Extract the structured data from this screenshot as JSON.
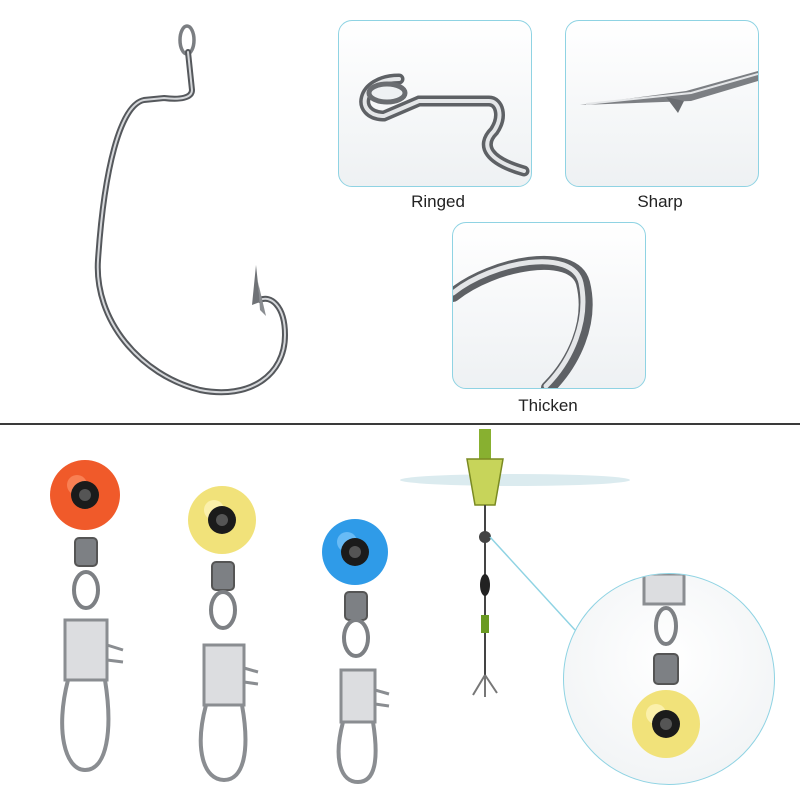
{
  "features": {
    "ringed_label": "Ringed",
    "sharp_label": "Sharp",
    "thicken_label": "Thicken"
  },
  "swivels": [
    {
      "bead_color": "#f05a2a",
      "bead": "orange-bead"
    },
    {
      "bead_color": "#f1e27a",
      "bead": "yellow-bead"
    },
    {
      "bead_color": "#2f9be8",
      "bead": "blue-bead"
    }
  ],
  "colors": {
    "metal": "#8a8d91",
    "frame": "#8fd3e3",
    "float_body": "#c7d45a"
  }
}
